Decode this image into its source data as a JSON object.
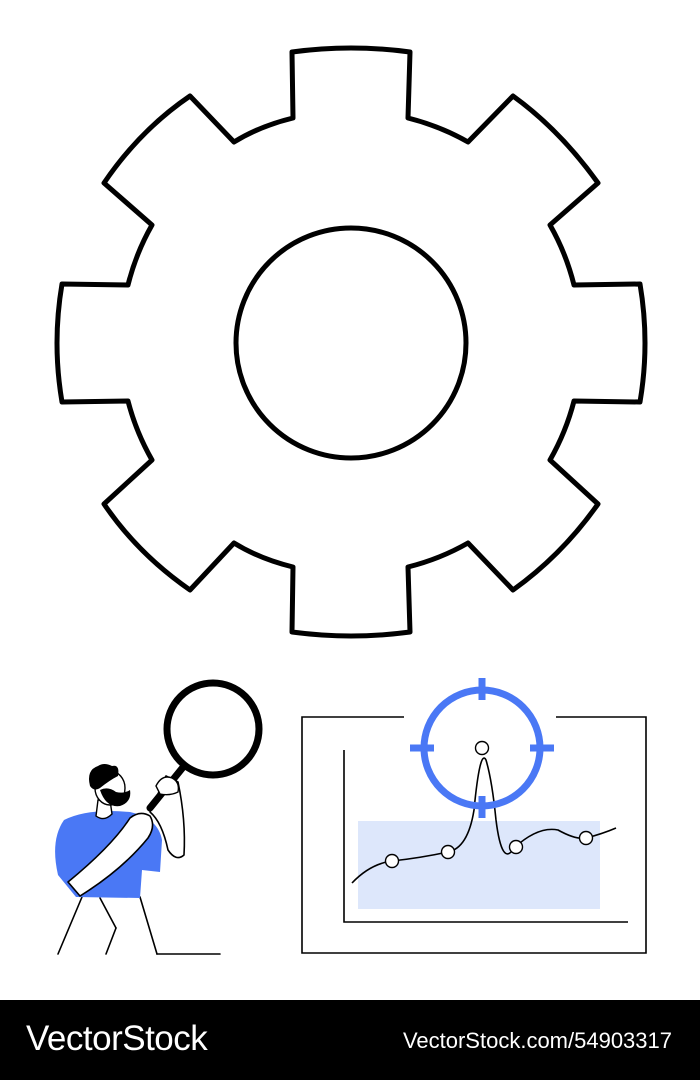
{
  "colors": {
    "background": "#ffffff",
    "outline": "#000000",
    "accent": "#4a78f5",
    "accent_light": "#dde7fb",
    "watermark_bg": "#000000",
    "watermark_text": "#ffffff"
  },
  "illustration": {
    "icons": [
      "gear-icon",
      "magnifying-glass-icon",
      "target-crosshair-icon",
      "line-chart-icon",
      "person-figure"
    ]
  },
  "watermark": {
    "brand": "VectorStock",
    "image_id": "VectorStock.com/54903317"
  }
}
